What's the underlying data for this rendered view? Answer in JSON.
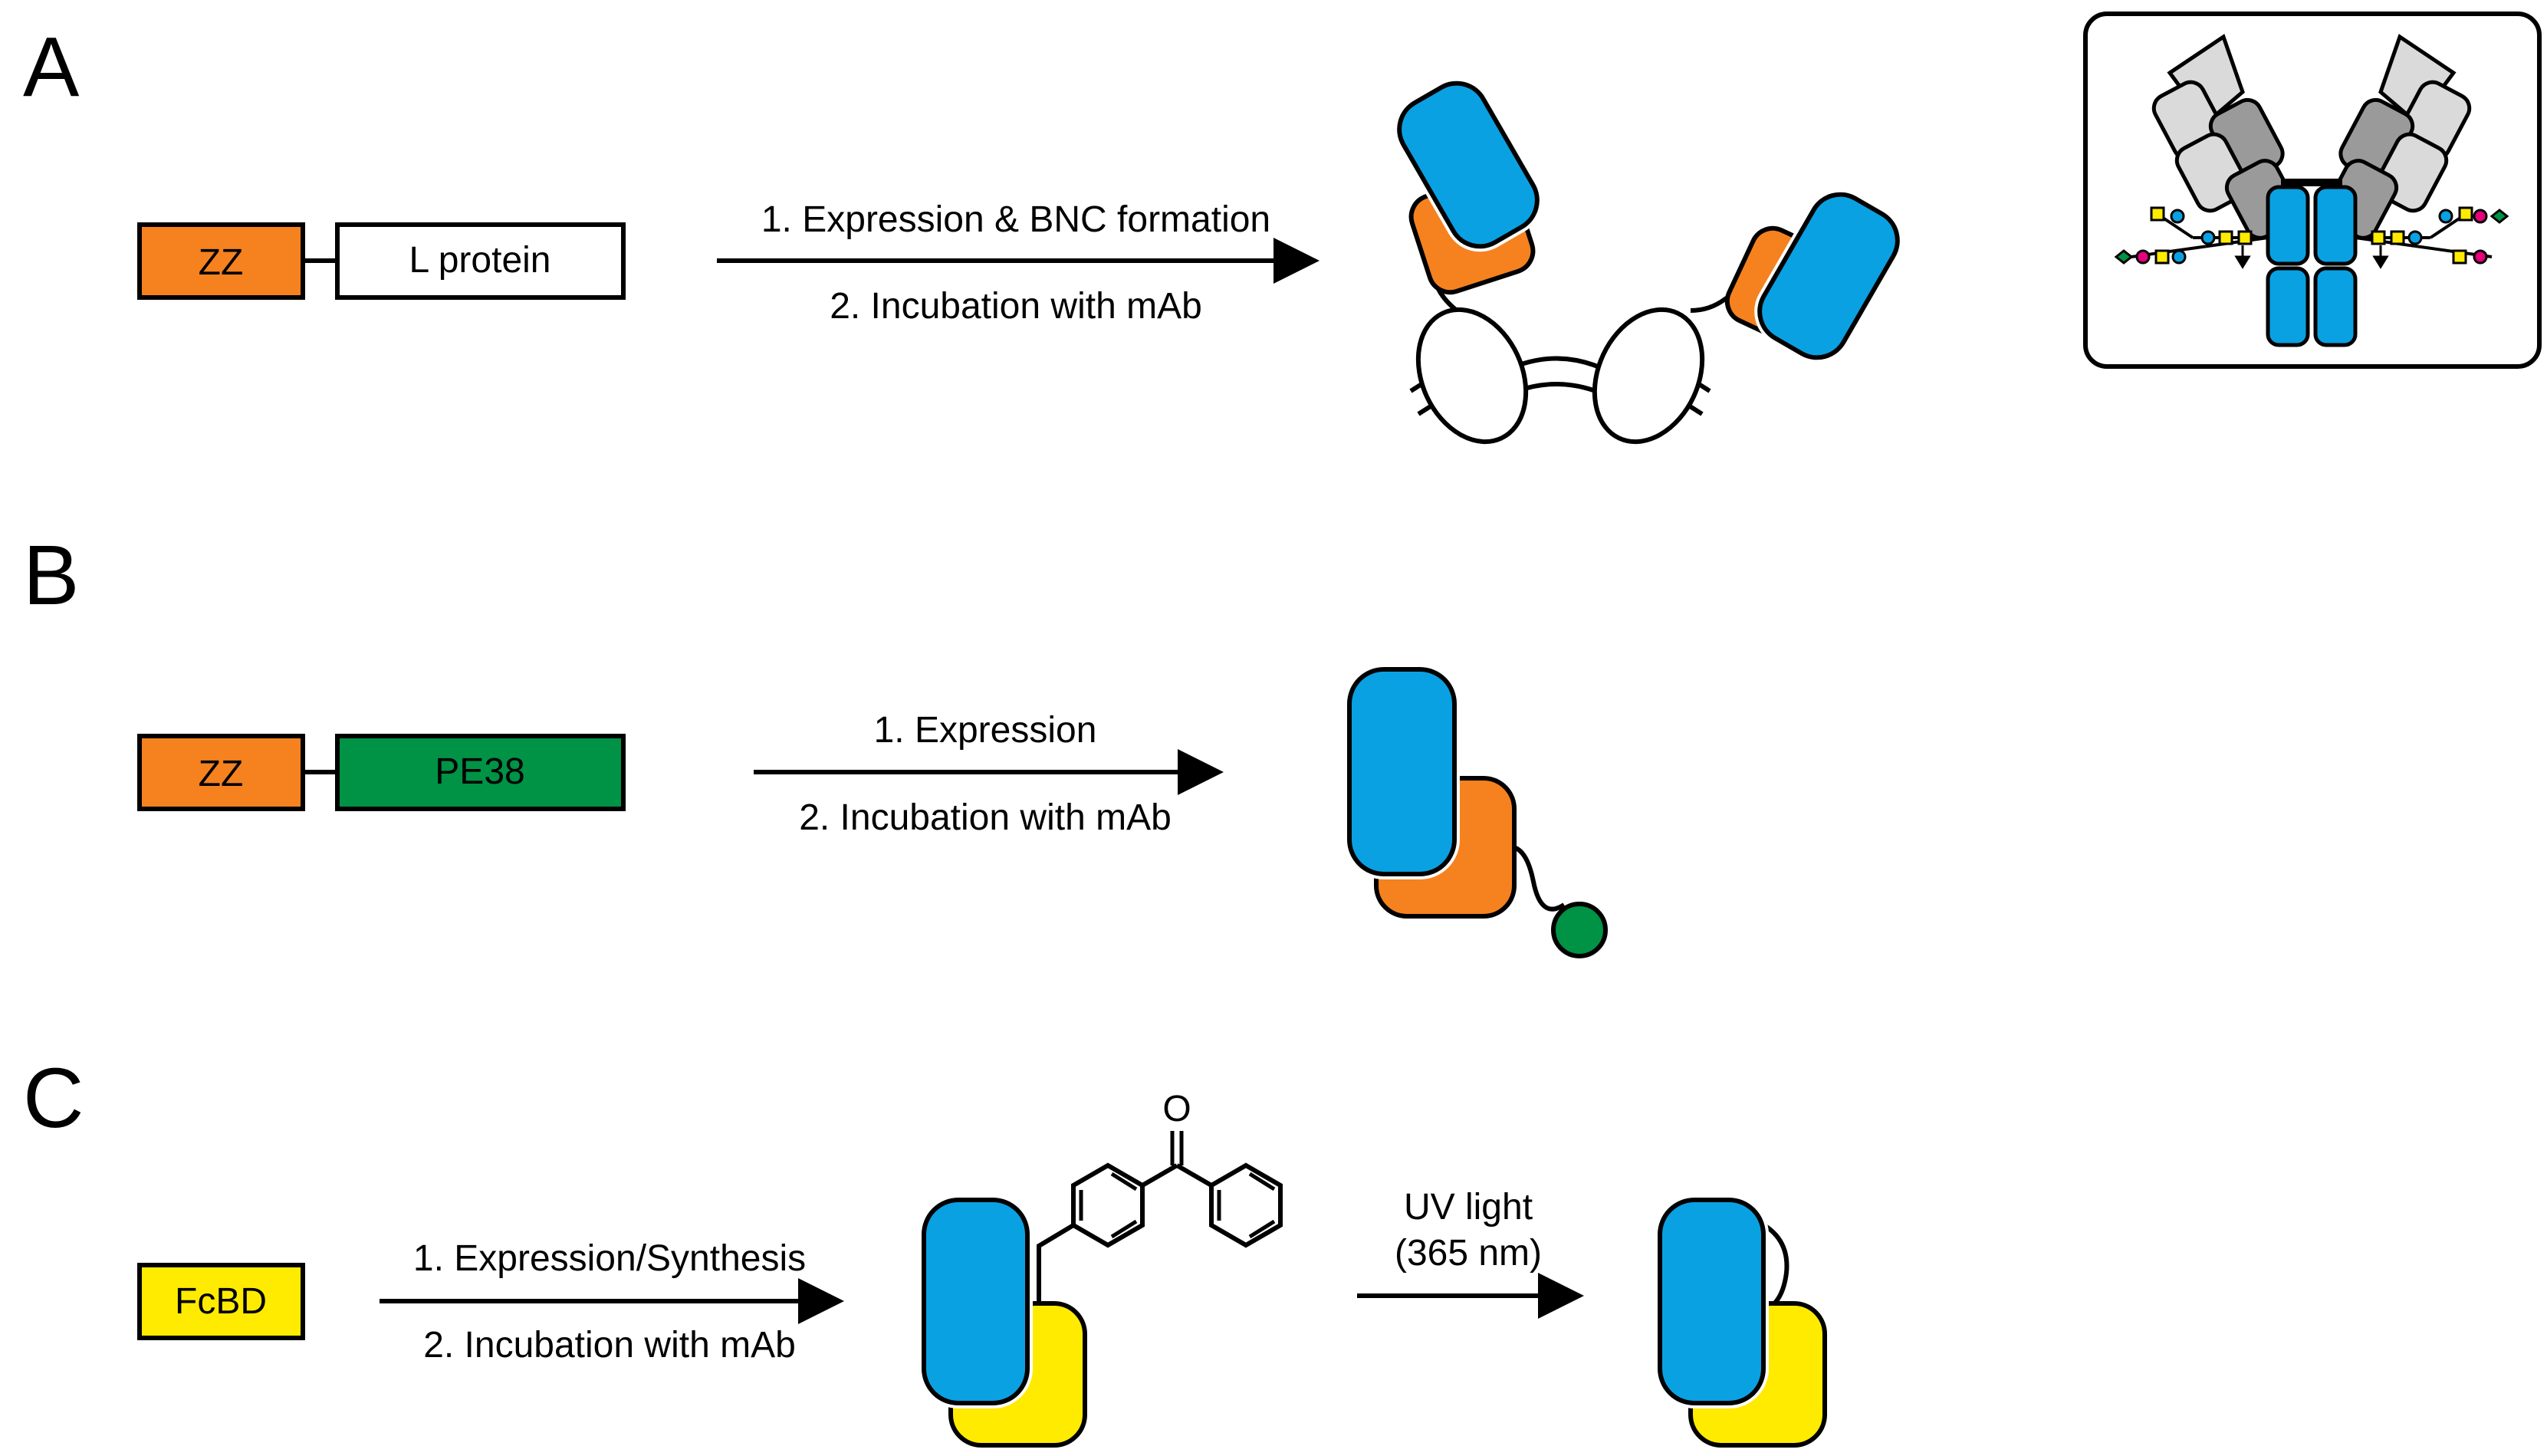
{
  "panels": {
    "A": {
      "label": "A",
      "construct": {
        "left": "ZZ",
        "right": "L protein"
      },
      "steps": [
        "1. Expression & BNC formation",
        "2. Incubation with mAb"
      ]
    },
    "B": {
      "label": "B",
      "construct": {
        "left": "ZZ",
        "right": "PE38"
      },
      "steps": [
        "1. Expression",
        "2. Incubation with mAb"
      ]
    },
    "C": {
      "label": "C",
      "construct": {
        "single": "FcBD"
      },
      "steps": [
        "1. Expression/Synthesis",
        "2. Incubation with mAb"
      ],
      "carbonyl_atom": "O",
      "uv": [
        "UV light",
        "(365 nm)"
      ]
    }
  },
  "colors": {
    "zz_orange": "#F5821F",
    "antibody_blue": "#0AA1E2",
    "pe38_green": "#009245",
    "fcbd_yellow": "#FFEB00",
    "fab_gray": "#9A9A9A",
    "fab_light_gray": "#DADADA",
    "glycan_yellow": "#FFEB00",
    "glycan_blue": "#0AA1E2",
    "glycan_magenta": "#E6007E",
    "glycan_green": "#009245"
  }
}
